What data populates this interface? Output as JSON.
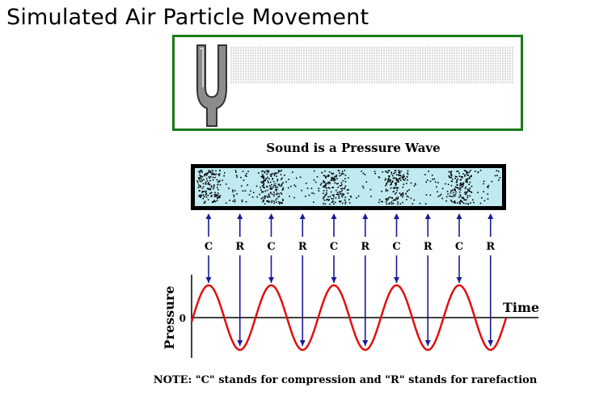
{
  "title": "Simulated Air Particle Movement",
  "subtitle": "Sound is a Pressure Wave",
  "markers": [
    "C",
    "R",
    "C",
    "R",
    "C",
    "R",
    "C",
    "R",
    "C",
    "R"
  ],
  "axis": {
    "y_label": "Pressure",
    "x_label": "Time",
    "zero_label": "0"
  },
  "note": "NOTE: \"C\" stands for compression and \"R\" stands for rarefaction",
  "colors": {
    "frame_green": "#1a7a1a",
    "tube_fill": "#bfeaf0",
    "wave_red": "#e01010",
    "arrow_blue": "#1a1a9a"
  }
}
